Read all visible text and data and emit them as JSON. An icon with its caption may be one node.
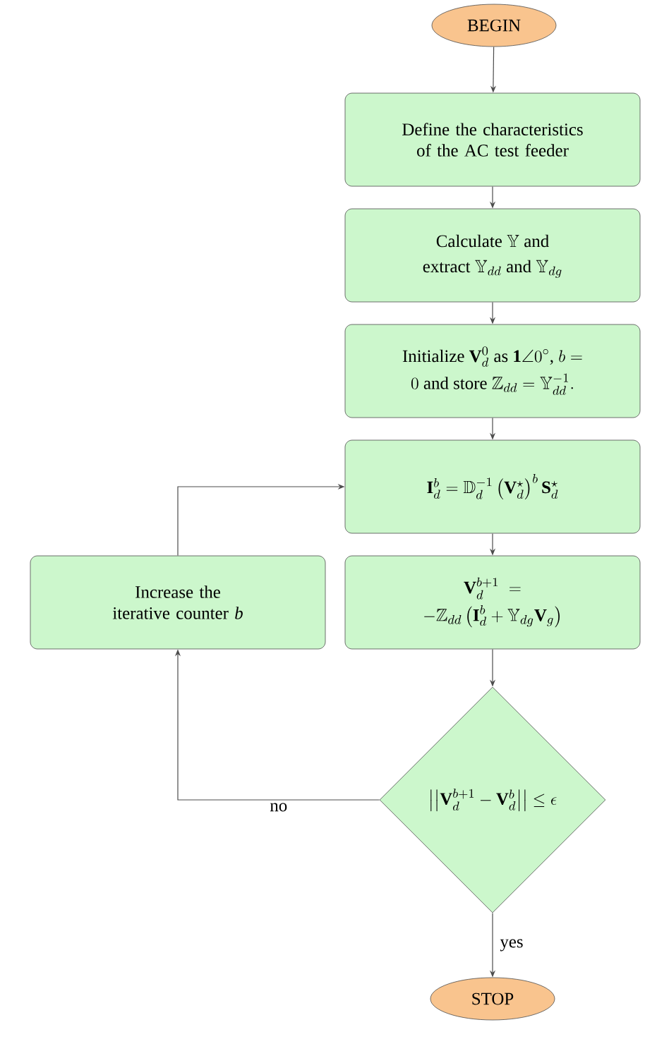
{
  "diagram": {
    "nodes": [
      {
        "text": [
          "BEGIN"
        ]
      },
      {
        "text": [
          "Define the characteristics of the AC test feeder"
        ]
      },
      {
        "text": [
          "\\begin{gathered}\\text{Calculate } \\mathbb{Y} \\text{ and}\\\\ \\text{extract } \\mathbb{Y}_{dd} \\text{ and } \\mathbb{Y}_{dg}\\end{gathered}"
        ]
      },
      {
        "text": [
          "\\begin{gathered}\\text{Initialize } \\mathbf{V}_d^0 \\text{ as } \\mathbf{1}\\angle 0^{\\circ}\\text{, } b =\\\\ 0 \\text{ and store } \\mathbb{Z}_{dd} = \\mathbb{Y}_{dd}^{-1}.\\end{gathered}"
        ]
      },
      {
        "text": [
          "\\mathbf{I}_d^b = \\mathbb{D}_d^{-1}\\left(\\mathbf{V}_d^{\\star}\\right)^b \\mathbf{S}_d^{\\star}"
        ]
      },
      {
        "text": [
          "Increase the iterative counter *b*"
        ]
      },
      {
        "text": [
          "\\begin{gathered}\\mathbf{V}_d^{b+1} \\;=\\\\ -\\mathbb{Z}_{dd}\\left(\\mathbf{I}_d^b + \\mathbb{Y}_{dg}\\mathbf{V}_g\\right)\\end{gathered}"
        ]
      },
      {
        "text": [
          "\\left|\\left|\\mathbf{V}_d^{b+1} - \\mathbf{V}_d^b\\right|\\right| \\leq \\epsilon"
        ]
      },
      {
        "text": [
          "STOP"
        ]
      }
    ],
    "edges": [
      {
        "from": 0,
        "to": 1,
        "arrow": "to"
      },
      {
        "from": 1,
        "to": 2,
        "arrow": "to"
      },
      {
        "from": 2,
        "to": 3,
        "arrow": "to"
      },
      {
        "from": 3,
        "to": 4,
        "arrow": "to"
      },
      {
        "from": 4,
        "to": 6,
        "arrow": "to"
      },
      {
        "from": 6,
        "to": 7,
        "arrow": "to"
      },
      {
        "from": 7,
        "to": 8,
        "arrow": "to",
        "label": "yes"
      },
      {
        "from": 7,
        "to": 5,
        "arrow": "to",
        "label": "no"
      },
      {
        "from": 5,
        "to": 4,
        "arrow": "to"
      }
    ]
  }
}
